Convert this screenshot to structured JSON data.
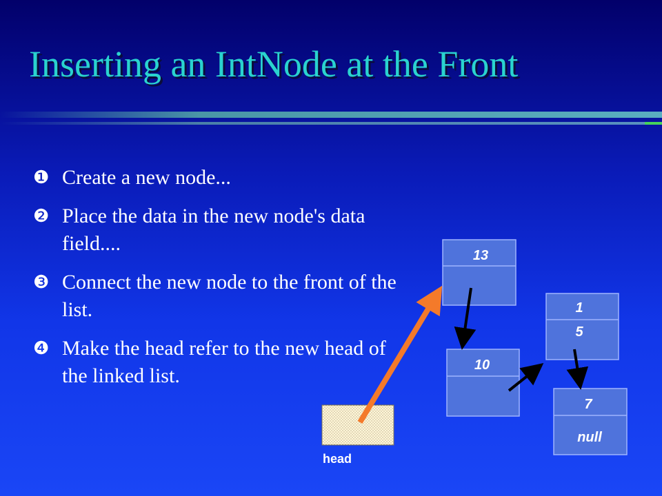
{
  "slide": {
    "title": "Inserting an IntNode at the Front"
  },
  "bullets": [
    {
      "marker": "❶",
      "text": "Create a new node..."
    },
    {
      "marker": "❷",
      "text": "Place the data in the new node's data field...."
    },
    {
      "marker": "❸",
      "text": "Connect the new node to the front of the list."
    },
    {
      "marker": "❹",
      "text": "Make the head refer to the new head of the linked list."
    }
  ],
  "diagram": {
    "nodes": [
      {
        "data": "13",
        "link": ""
      },
      {
        "data": "10",
        "link": ""
      },
      {
        "data_line1": "1",
        "data_line2": "5",
        "link": ""
      },
      {
        "data": "7",
        "link": "null"
      }
    ],
    "head_label": "head",
    "colors": {
      "node_fill": "#4f73dc",
      "node_stroke": "#9fb4ff",
      "head_fill": "#fff6d8",
      "arrow": "#000000",
      "head_arrow": "#f47a2a"
    }
  }
}
